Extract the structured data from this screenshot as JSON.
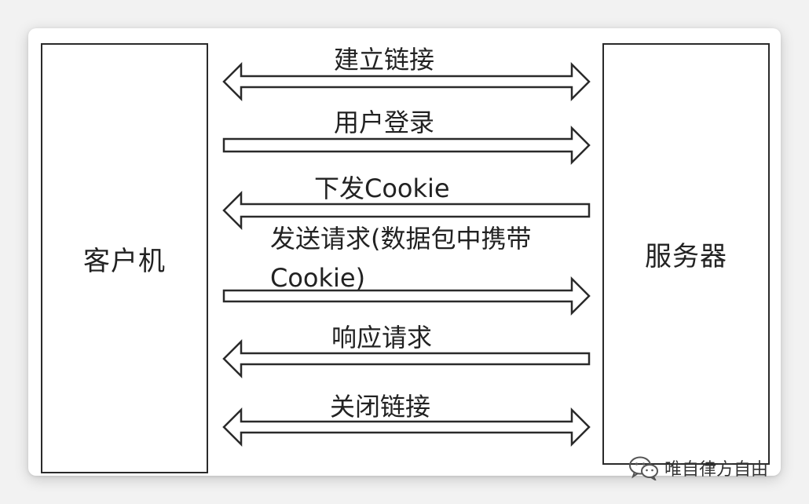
{
  "client_label": "客户机",
  "server_label": "服务器",
  "messages": [
    {
      "label": "建立链接",
      "direction": "both"
    },
    {
      "label": "用户登录",
      "direction": "right"
    },
    {
      "label": "下发Cookie",
      "direction": "left"
    },
    {
      "label": "发送请求(数据包中携带Cookie)",
      "direction": "right"
    },
    {
      "label": "响应请求",
      "direction": "left"
    },
    {
      "label": "关闭链接",
      "direction": "both"
    }
  ],
  "watermark": {
    "text": "唯自律方自由",
    "icon": "wechat-icon"
  }
}
